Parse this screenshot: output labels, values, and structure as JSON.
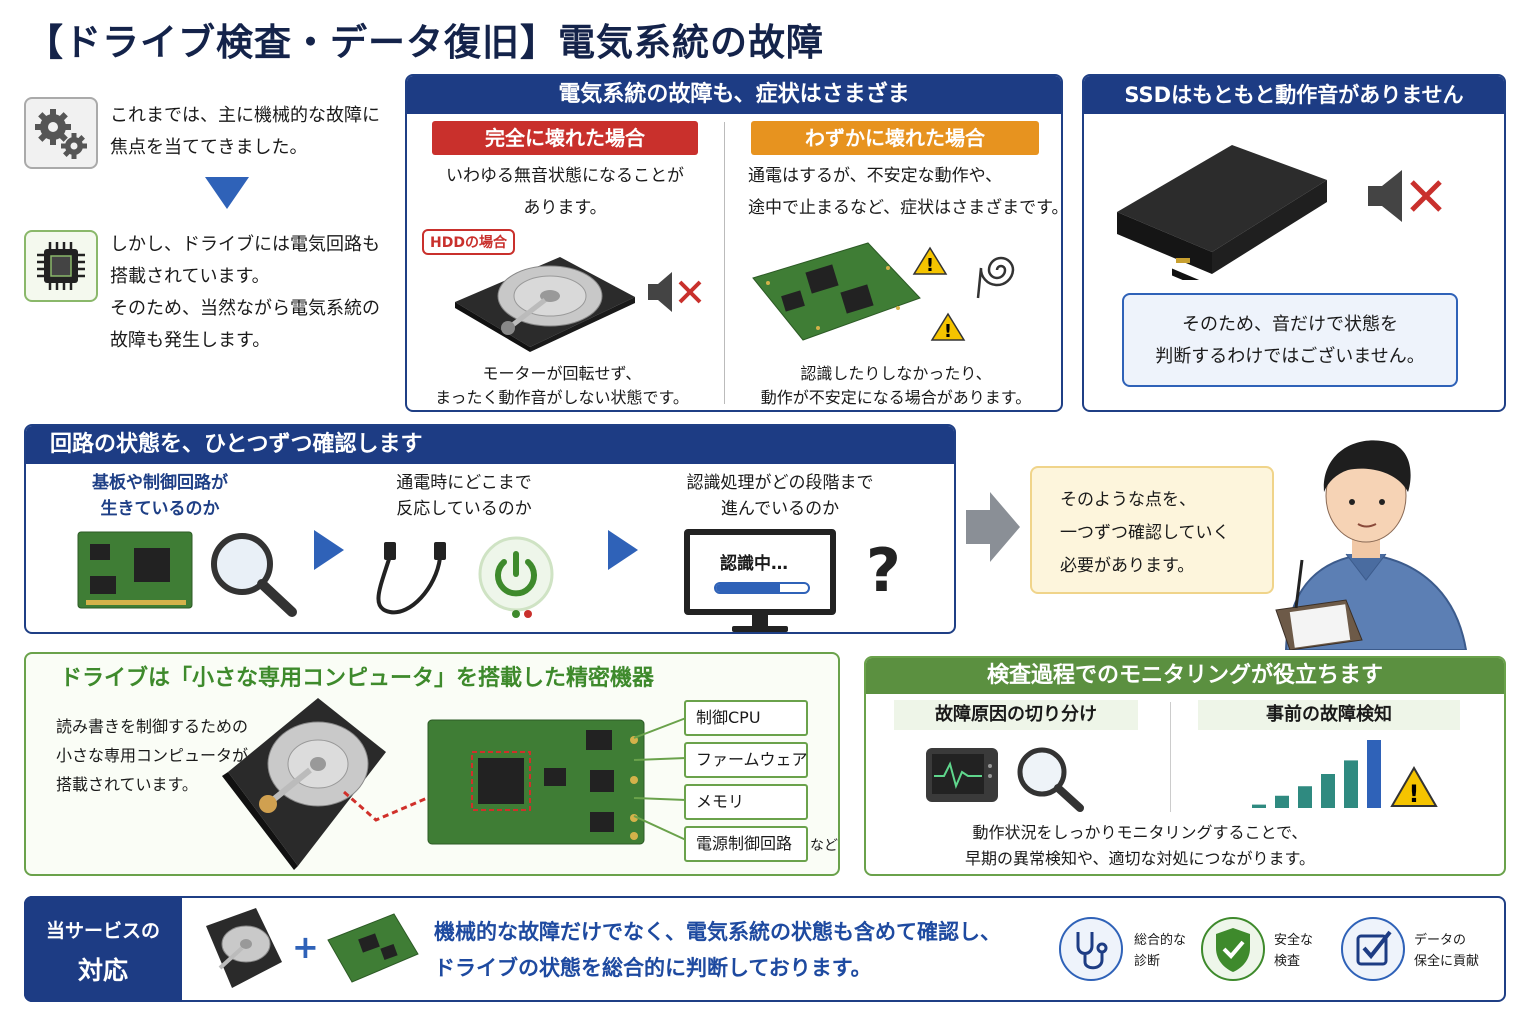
{
  "title": "【ドライブ検査・データ復旧】電気系統の故障",
  "intro": {
    "text1": [
      "これまでは、主に機械的な故障に",
      "焦点を当ててきました。"
    ],
    "text2": [
      "しかし、ドライブには電気回路も",
      "搭載されています。",
      "そのため、当然ながら電気系統の",
      "故障も発生します。"
    ],
    "icon1": "gears-icon",
    "icon2": "chip-icon"
  },
  "symptoms": {
    "heading": "電気系統の故障も、症状はさまざま",
    "left": {
      "label": "完全に壊れた場合",
      "desc": [
        "いわゆる無音状態になることが",
        "あります。"
      ],
      "badge": "HDDの場合",
      "caption": [
        "モーターが回転せず、",
        "まったく動作音がしない状態です。"
      ]
    },
    "right": {
      "label": "わずかに壊れた場合",
      "desc": [
        "通電はするが、不安定な動作や、",
        "途中で止まるなど、症状はさまざまです。"
      ],
      "caption": [
        "認識したりしなかったり、",
        "動作が不安定になる場合があります。"
      ]
    }
  },
  "ssd": {
    "heading": "SSDはもともと動作音がありません",
    "note": [
      "そのため、音だけで状態を",
      "判断するわけではございません。"
    ]
  },
  "circuit": {
    "heading": "回路の状態を、ひとつずつ確認します",
    "step1": [
      "基板や制御回路が",
      "生きているのか"
    ],
    "step2": [
      "通電時にどこまで",
      "反応しているのか"
    ],
    "step3": [
      "認識処理がどの段階まで",
      "進んでいるのか"
    ],
    "screen_text": "認識中…",
    "question": "?",
    "callout": [
      "そのような点を、",
      "一つずつ確認していく",
      "必要があります。"
    ]
  },
  "computer": {
    "heading": "ドライブは「小さな専用コンピュータ」を搭載した精密機器",
    "desc": [
      "読み書きを制御するための",
      "小さな専用コンピュータが",
      "搭載されています。"
    ],
    "labels": [
      "制御CPU",
      "ファームウェア",
      "メモリ",
      "電源制御回路"
    ],
    "etc": "など"
  },
  "monitoring": {
    "heading": "検査過程でのモニタリングが役立ちます",
    "col1": "故障原因の切り分け",
    "col2": "事前の故障検知",
    "bars": [
      0.05,
      0.18,
      0.32,
      0.5,
      0.7,
      1.0
    ],
    "caption": [
      "動作状況をしっかりモニタリングすることで、",
      "早期の異常検知や、適切な対処につながります。"
    ]
  },
  "service": {
    "label1": "当サービスの",
    "label2": "対応",
    "plus": "+",
    "text": [
      "機械的な故障だけでなく、電気系統の状態も含めて確認し、",
      "ドライブの状態を総合的に判断しております。"
    ],
    "features": [
      {
        "icon": "stethoscope-icon",
        "lines": [
          "総合的な",
          "診断"
        ]
      },
      {
        "icon": "shield-check-icon",
        "lines": [
          "安全な",
          "検査"
        ]
      },
      {
        "icon": "checkbox-icon",
        "lines": [
          "データの",
          "保全に貢献"
        ]
      }
    ]
  },
  "colors": {
    "navy": "#1d3c84",
    "green": "#6aa24b",
    "red": "#c9302c",
    "orange": "#e7931f"
  }
}
